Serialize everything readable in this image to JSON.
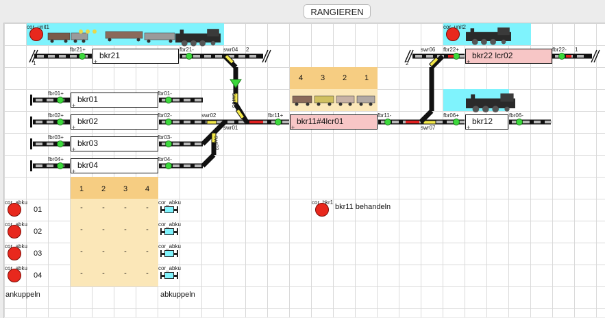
{
  "toolbar": {
    "tab_label": "RANGIEREN"
  },
  "blocks": {
    "bkr21": "bkr21",
    "bkr22": "bkr22 lcr02",
    "bkr01": "bkr01",
    "bkr02": "bkr02",
    "bkr03": "bkr03",
    "bkr04": "bkr04",
    "bkr11": "bkr11#4lcr01",
    "bkr12": "bkr12",
    "plus": "+"
  },
  "track_labels": {
    "cor_unit1": "cor_unit1",
    "cor_unit2": "cor_unit2",
    "fbr21p": "fbr21+",
    "fbr21m": "fbr21-",
    "swr04": "swr04",
    "n2a": "2",
    "n1a": "1",
    "swr06": "swr06",
    "fbr22p": "fbr22+",
    "fbr22m": "fbr22-",
    "n1b": "1",
    "n2b": "2",
    "swr05": "swr05",
    "fbr01p": "fbr01+",
    "fbr01m": "fbr01-",
    "fbr02p": "fbr02+",
    "fbr02m": "fbr02-",
    "swr02": "swr02",
    "swr01": "swr01",
    "fbr11p": "fbr11+",
    "fbr11m": "fbr11-",
    "swr07": "swr07",
    "fbr06p": "fbr06+",
    "fbr06m": "fbr06-",
    "fbr03p": "fbr03+",
    "fbr03m": "fbr03-",
    "swr03": "swr03",
    "fbr04p": "fbr04+",
    "fbr04m": "fbr04-"
  },
  "wagon_panel": {
    "headers": [
      "4",
      "3",
      "2",
      "1"
    ]
  },
  "couple_table": {
    "headers": [
      "1",
      "2",
      "3",
      "4"
    ],
    "rows": [
      {
        "id": "01",
        "cells": [
          "-",
          "-",
          "-",
          "-"
        ],
        "left_label": "cor_abku",
        "right_label": "cor_abku"
      },
      {
        "id": "02",
        "cells": [
          "-",
          "-",
          "-",
          "-"
        ],
        "left_label": "cor_abku",
        "right_label": "cor_abku"
      },
      {
        "id": "03",
        "cells": [
          "-",
          "-",
          "-",
          "-"
        ],
        "left_label": "cor_abku",
        "right_label": "cor_abku"
      },
      {
        "id": "04",
        "cells": [
          "-",
          "-",
          "-",
          "-"
        ],
        "left_label": "cor_abku",
        "right_label": "cor_abku"
      }
    ],
    "left_footer": "ankuppeln",
    "right_footer": "abkuppeln"
  },
  "action": {
    "small_label": "cor_bkr1",
    "label": "bkr11 behandeln"
  },
  "colors": {
    "sky": "#7ff3fd",
    "occupied_block": "#f7c6c6",
    "panel_header": "#f6cd82",
    "panel_body": "#fbe7b8",
    "signal_red": "#e8281d",
    "route_green": "#3cd83c",
    "switch_yellow": "#f3e84a"
  },
  "icons": [
    "red-circle-icon",
    "steam-locomotive-icon",
    "freight-wagon-icon",
    "green-arrow-icon",
    "buffer-stop-icon",
    "uncoupler-icon"
  ]
}
